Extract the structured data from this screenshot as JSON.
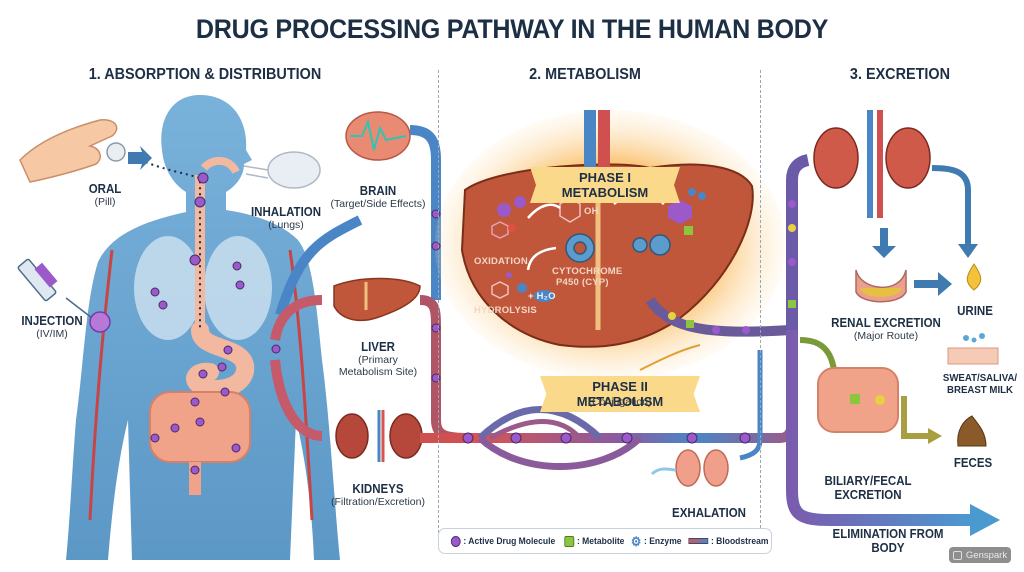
{
  "title": "DRUG PROCESSING PATHWAY IN THE HUMAN BODY",
  "sections": [
    {
      "label": "1. ABSORPTION & DISTRIBUTION"
    },
    {
      "label": "2. METABOLISM"
    },
    {
      "label": "3. EXCRETION"
    }
  ],
  "absorption": {
    "oral": {
      "title": "ORAL",
      "sub": "(Pill)"
    },
    "inhalation": {
      "title": "INHALATION",
      "sub": "(Lungs)"
    },
    "injection": {
      "title": "INJECTION",
      "sub": "(IV/IM)"
    },
    "brain": {
      "title": "BRAIN",
      "sub": "(Target/Side Effects)"
    },
    "liver": {
      "title": "LIVER",
      "sub1": "(Primary",
      "sub2": "Metabolism Site)"
    },
    "kidneys": {
      "title": "KIDNEYS",
      "sub": "(Filtration/Excretion)"
    }
  },
  "metabolism": {
    "phase1": "PHASE I METABOLISM",
    "oxidation": "OXIDATION",
    "hydrolysis": "HYDROLYSIS",
    "enzyme_line1": "CYTOCHROME",
    "enzyme_line2": "P450 (CYP)",
    "oh_label": "OH",
    "water": "+ H₂O",
    "phase2": "PHASE II METABOLISM",
    "phase2_sub": "(Conjugation)",
    "exhalation": "EXHALATION"
  },
  "excretion": {
    "renal": {
      "title": "RENAL EXCRETION",
      "sub": "(Major Route)"
    },
    "urine": "URINE",
    "sweat_line1": "SWEAT/SALIVA/",
    "sweat_line2": "BREAST MILK",
    "biliary_line1": "BILIARY/FECAL",
    "biliary_line2": "EXCRETION",
    "feces": "FECES",
    "elimination": "ELIMINATION FROM BODY"
  },
  "legend": [
    {
      "icon": "active-drug-molecule-icon",
      "label": ": Active Drug Molecule"
    },
    {
      "icon": "metabolite-icon",
      "label": ": Metabolite"
    },
    {
      "icon": "enzyme-icon",
      "label": ": Enzyme"
    },
    {
      "icon": "bloodstream-icon",
      "label": ": Bloodstream"
    }
  ],
  "watermark": "Genspark",
  "colors": {
    "drug_molecule": "#9b59c9",
    "metabolite": "#8cc63f",
    "artery": "#d9544f",
    "vein": "#4a86c5",
    "liver": "#c0563a",
    "body": "#5c9ccc",
    "banner": "#fbd98a",
    "title_text": "#1d2f45"
  }
}
